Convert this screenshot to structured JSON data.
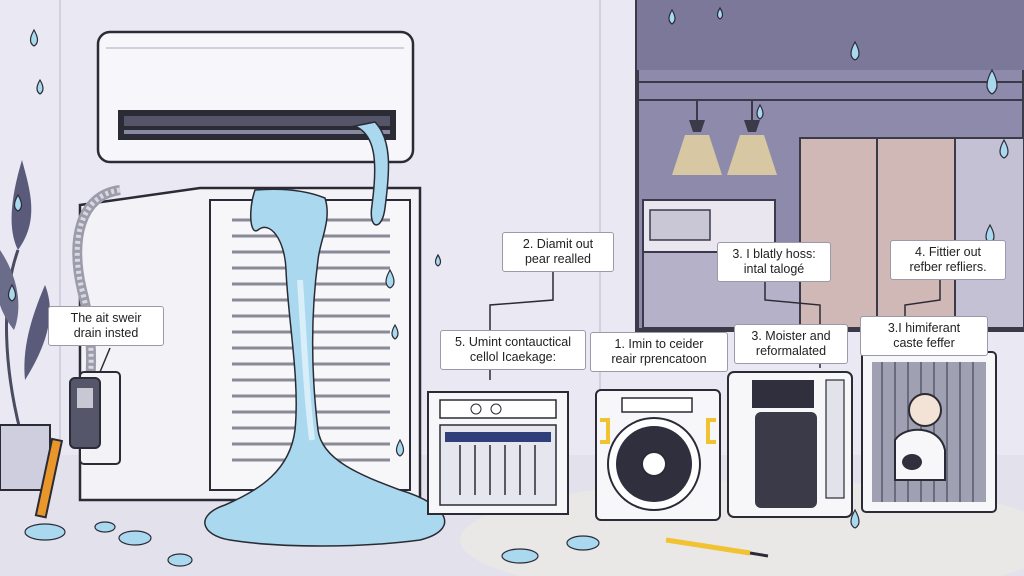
{
  "callouts": {
    "drain": "The ait sweir\ndrain insted",
    "c2": "2. Diamit out\npear realled",
    "c3": "3. I blatly hoss:\nintal talogé",
    "c4": "4. Fittier out\nrefber refliers.",
    "c5": "5. Umint contauctical\ncellol Icaekage:",
    "c1": "1. Imin to ceider\nreair rprencatoon",
    "c3b": "3. Moister and\nreformalated",
    "c3c": "3.I himiferant\ncaste feffer"
  },
  "colors": {
    "wall": "#e9e8f3",
    "window_frame": "#3a3a48",
    "night_sky": "#8d8aab",
    "water": "#a9d8ef",
    "outline": "#2b2b35",
    "accent_yellow": "#f1c232",
    "accent_orange": "#e9962b"
  }
}
